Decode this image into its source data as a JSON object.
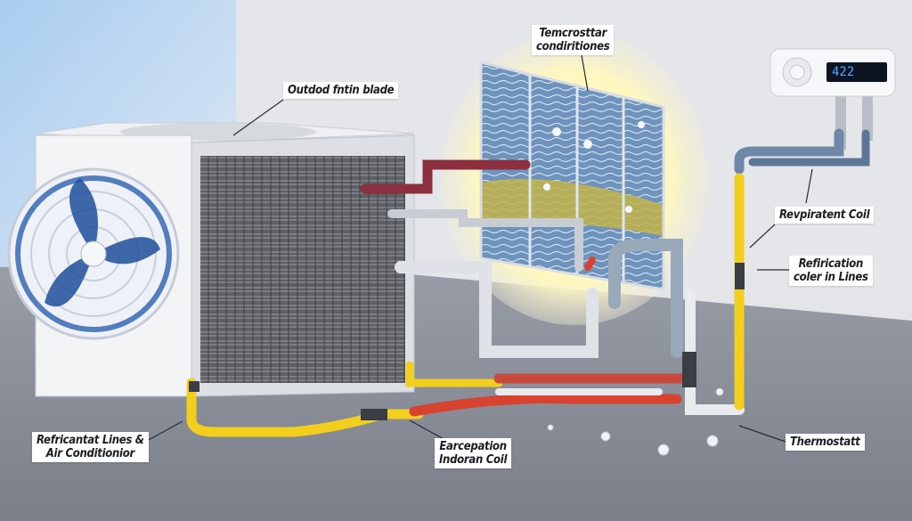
{
  "labels": {
    "fan_blade": "Outdod fntin blade",
    "thermostat_top": [
      "Temcrosttar",
      "condiritiones"
    ],
    "coil_right": "Revpiratent Coil",
    "lines_right": [
      "Refirication",
      "coler in Lines"
    ],
    "lines_left": [
      "Refricantat Lines &",
      "Air Conditionior"
    ],
    "indoor_coil": [
      "Earcepation",
      "Indoran Coil"
    ],
    "thermostat_bottom": "Thermostatt"
  },
  "thermostat_display": "422",
  "colors": {
    "wall": "#e3e5e9",
    "floor": "#8b8f9a",
    "fan_blue": "#2a5fb0",
    "yellow_pipe": "#f2cf1d",
    "red_pipe": "#d8432f",
    "maroon_pipe": "#8c2f3e"
  }
}
